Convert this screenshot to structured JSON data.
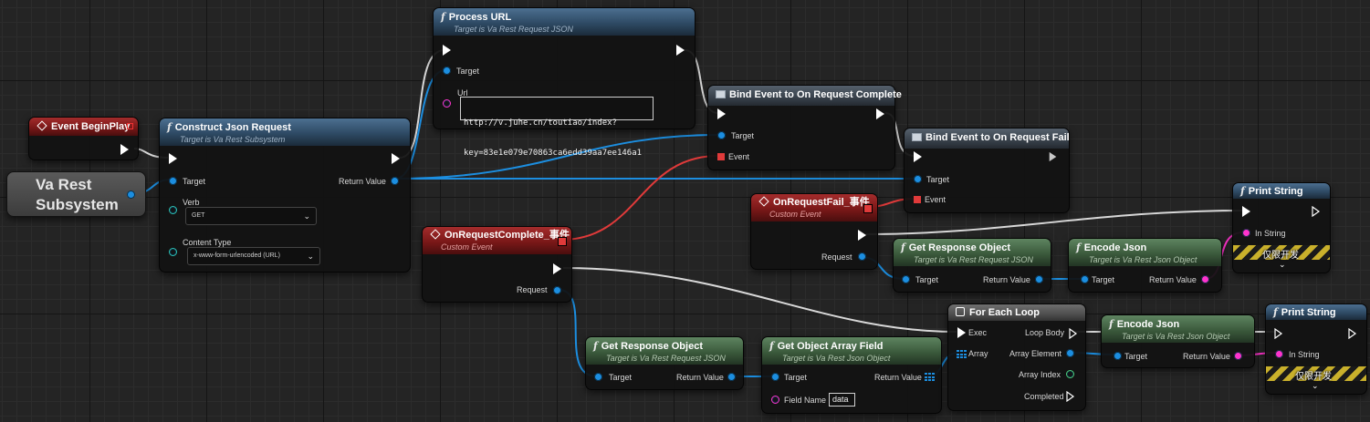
{
  "nodes": {
    "event_begin_play": {
      "title": "Event BeginPlay"
    },
    "va_rest_subsystem": {
      "label_line1": "Va Rest",
      "label_line2": "Subsystem"
    },
    "construct_json_request": {
      "title": "Construct Json Request",
      "subtitle": "Target is Va Rest Subsystem",
      "pin_target": "Target",
      "pin_verb": "Verb",
      "verb_value": "GET",
      "pin_content_type": "Content Type",
      "content_type_value": "x-www-form-urlencoded (URL)",
      "pin_return": "Return Value"
    },
    "process_url": {
      "title": "Process URL",
      "subtitle": "Target is Va Rest Request JSON",
      "pin_target": "Target",
      "pin_url": "Url",
      "url_value_line1": "http://v.juhe.cn/toutiao/index?",
      "url_value_line2": "key=83e1e079e70863ca6edd39aa7ee146a1"
    },
    "bind_complete": {
      "title": "Bind Event to On Request Complete",
      "pin_target": "Target",
      "pin_event": "Event"
    },
    "bind_fail": {
      "title": "Bind Event to On Request Fail",
      "pin_target": "Target",
      "pin_event": "Event"
    },
    "on_request_fail": {
      "title": "OnRequestFail_事件",
      "subtitle": "Custom Event",
      "pin_request": "Request"
    },
    "on_request_complete": {
      "title": "OnRequestComplete_事件",
      "subtitle": "Custom Event",
      "pin_request": "Request"
    },
    "print_string_1": {
      "title": "Print String",
      "pin_in_string": "In String",
      "dev_label": "仅限开发"
    },
    "print_string_2": {
      "title": "Print String",
      "pin_in_string": "In String",
      "dev_label": "仅限开发"
    },
    "get_response_object_1": {
      "title": "Get Response Object",
      "subtitle": "Target is Va Rest Request JSON",
      "pin_target": "Target",
      "pin_return": "Return Value"
    },
    "encode_json_1": {
      "title": "Encode Json",
      "subtitle": "Target is Va Rest Json Object",
      "pin_target": "Target",
      "pin_return": "Return Value"
    },
    "get_response_object_2": {
      "title": "Get Response Object",
      "subtitle": "Target is Va Rest Request JSON",
      "pin_target": "Target",
      "pin_return": "Return Value"
    },
    "get_object_array_field": {
      "title": "Get Object Array Field",
      "subtitle": "Target is Va Rest Json Object",
      "pin_target": "Target",
      "pin_return": "Return Value",
      "pin_field_name": "Field Name",
      "field_name_value": "data"
    },
    "for_each_loop": {
      "title": "For Each Loop",
      "pin_exec": "Exec",
      "pin_array": "Array",
      "pin_loop_body": "Loop Body",
      "pin_array_element": "Array Element",
      "pin_array_index": "Array Index",
      "pin_completed": "Completed"
    },
    "encode_json_2": {
      "title": "Encode Json",
      "subtitle": "Target is Va Rest Json Object",
      "pin_target": "Target",
      "pin_return": "Return Value"
    }
  },
  "colors": {
    "exec_wire": "#d8d8d8",
    "object_wire": "#1c8ee0",
    "delegate_wire": "#e03a3a",
    "string_wire": "#ff33cc",
    "function_header": "#2e4a64",
    "pure_header": "#3b5a3c",
    "event_header": "#7a1818"
  }
}
